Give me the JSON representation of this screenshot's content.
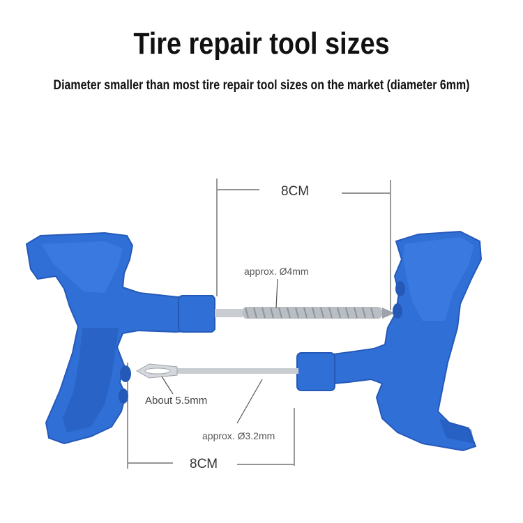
{
  "header": {
    "title": "Tire repair tool sizes",
    "subtitle": "Diameter smaller than most tire repair tool sizes on the market (diameter 6mm)"
  },
  "dimensions": {
    "top_length": "8CM",
    "bottom_length": "8CM"
  },
  "annotations": {
    "reamer_diameter": "approx. Ø4mm",
    "eye_width": "About 5.5mm",
    "needle_diameter": "approx. Ø3.2mm"
  },
  "colors": {
    "handle_blue": "#2f6fd6",
    "handle_shadow": "#2559b8",
    "metal": "#c9cdd2",
    "dimension_line": "#555555"
  }
}
